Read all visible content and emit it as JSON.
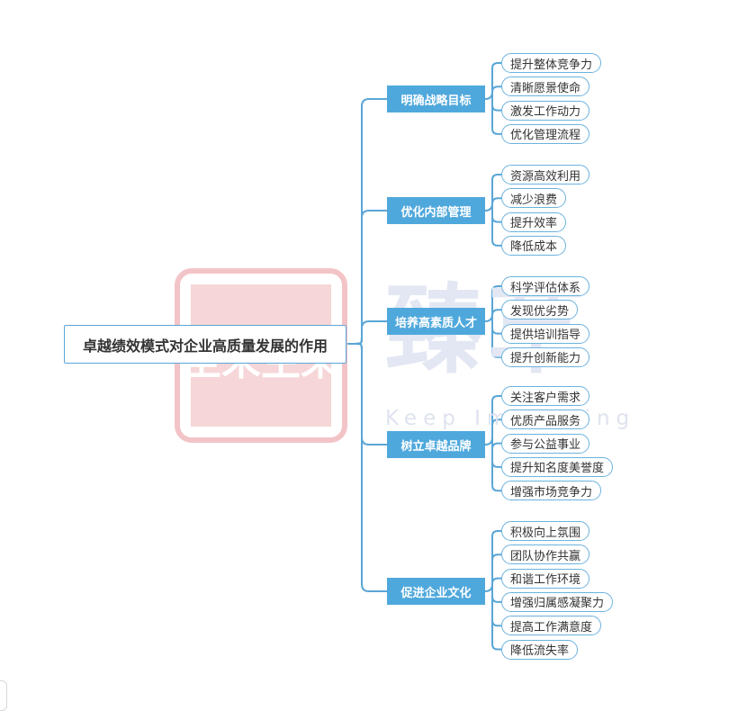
{
  "root": {
    "label": "卓越绩效模式对企业高质量发展的作用"
  },
  "watermark": {
    "seal_text": "至未生荣",
    "text": "臻草",
    "slogan": "Keep Improving",
    "seal_color": "#e07b82",
    "text_color": "#e3e7f3"
  },
  "colors": {
    "line": "#5aa6d6",
    "branch_fill": "#4fa8dc",
    "leaf_border": "#6cb2de"
  },
  "branches": [
    {
      "label": "明确战略目标",
      "children": [
        "提升整体竞争力",
        "清晰愿景使命",
        "激发工作动力",
        "优化管理流程"
      ]
    },
    {
      "label": "优化内部管理",
      "children": [
        "资源高效利用",
        "减少浪费",
        "提升效率",
        "降低成本"
      ]
    },
    {
      "label": "培养高素质人才",
      "children": [
        "科学评估体系",
        "发现优劣势",
        "提供培训指导",
        "提升创新能力"
      ]
    },
    {
      "label": "树立卓越品牌",
      "children": [
        "关注客户需求",
        "优质产品服务",
        "参与公益事业",
        "提升知名度美誉度",
        "增强市场竞争力"
      ]
    },
    {
      "label": "促进企业文化",
      "children": [
        "积极向上氛围",
        "团队协作共赢",
        "和谐工作环境",
        "增强归属感凝聚力",
        "提高工作满意度",
        "降低流失率"
      ]
    }
  ]
}
